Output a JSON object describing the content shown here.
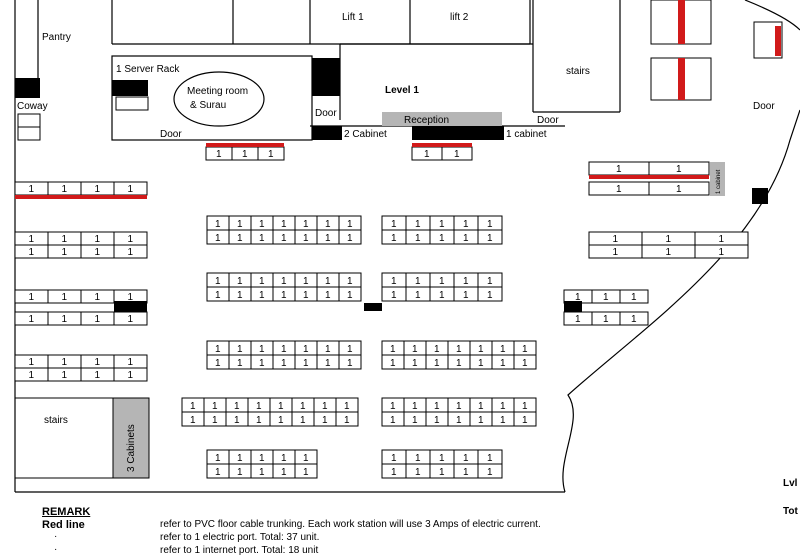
{
  "rooms": {
    "pantry": "Pantry",
    "coway": "Coway",
    "server_rack": "1 Server Rack",
    "meeting_room": [
      "Meeting room",
      "& Surau"
    ],
    "door": "Door",
    "level": "Level 1",
    "lift1": "Lift 1",
    "lift2": "lift 2",
    "stairs": "stairs",
    "reception": "Reception",
    "two_cabinet": "2 Cabinet",
    "one_cabinet": "1 cabinet",
    "three_cabinets": "3 Cabinets",
    "one_cabinet_vertical": "1 cabinet"
  },
  "workstation_port_label": "1",
  "remark": {
    "title": "REMARK",
    "red_line_label": "Red line",
    "notes": [
      "refer to PVC floor cable trunking. Each work station will use 3 Amps of electric current.",
      "refer to 1 electric port. Total: 37 unit.",
      "refer to 1 internet port. Total: 18 unit"
    ],
    "bullet": "·"
  },
  "side_labels": [
    "Lvl",
    "Tot"
  ],
  "colors": {
    "trunking": "#d11a1a",
    "cabinet": "#b5b5b5",
    "wall": "#000000"
  }
}
